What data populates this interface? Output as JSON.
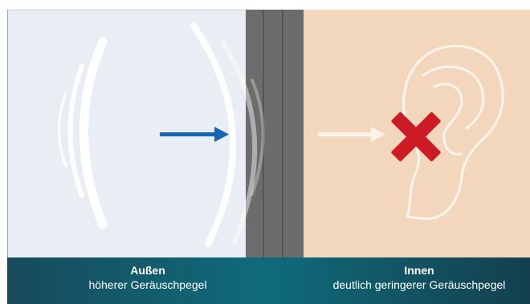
{
  "outside": {
    "title": "Außen",
    "subtitle": "höherer Geräuschpegel"
  },
  "inside": {
    "title": "Innen",
    "subtitle": "deutlich geringerer Geräuschpegel"
  },
  "colors": {
    "outside_bg": "#e9eef5",
    "inside_bg": "#f2d7bc",
    "wall": "#6c6c6c",
    "arrow_outside": "#1565b0",
    "arrow_inside": "#ffffff",
    "cross": "#cc1b24",
    "footer": "#0f6b7b"
  },
  "icons": {
    "sound_waves": "sound-waves-icon",
    "arrow_outside": "arrow-right-icon",
    "arrow_inside": "arrow-right-icon",
    "ear": "ear-icon",
    "cross": "cross-icon"
  }
}
